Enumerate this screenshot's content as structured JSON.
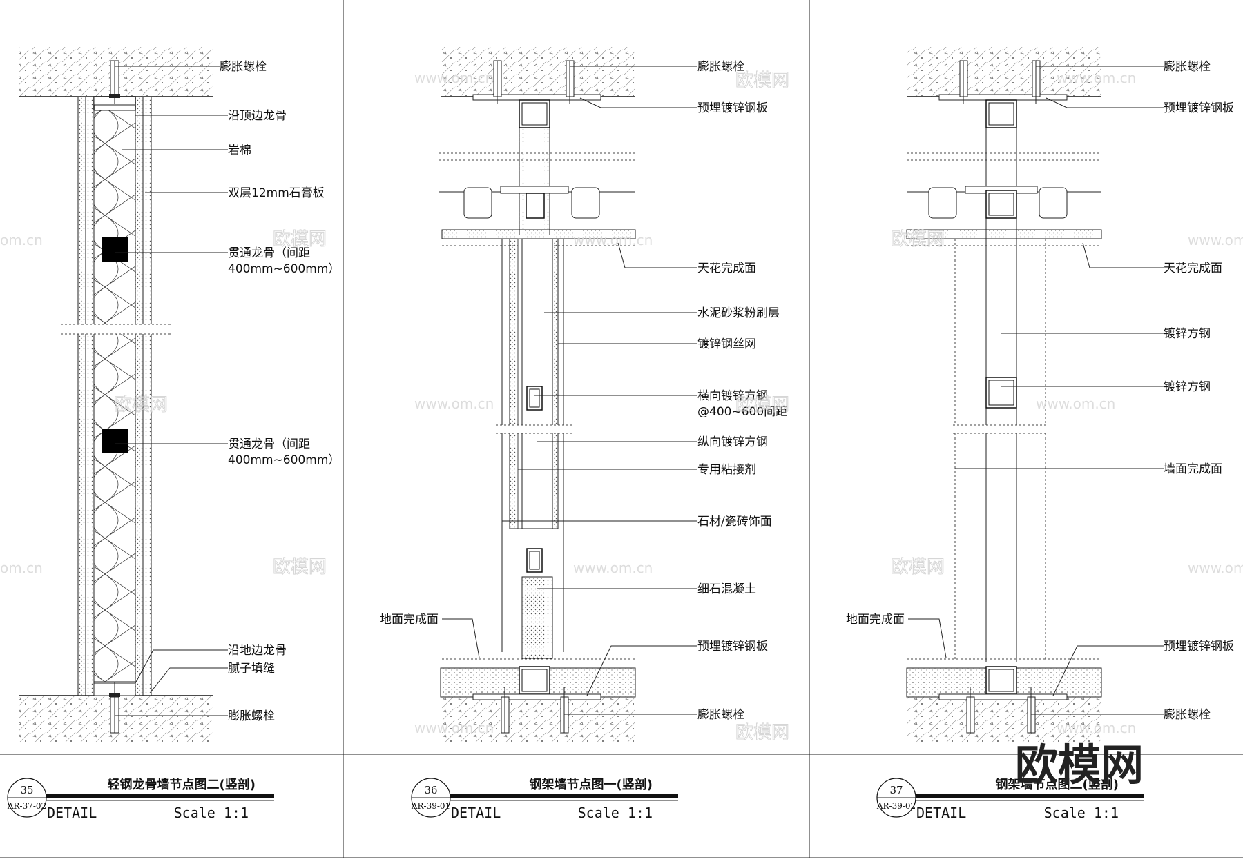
{
  "details": [
    {
      "number": "35",
      "ref": "AR-37-02",
      "title": "轻钢龙骨墙节点图二(竖剖)",
      "detail_label": "DETAIL",
      "scale_label": "Scale 1:1",
      "labels": {
        "bolt_top": "膨胀螺栓",
        "top_runner": "沿顶边龙骨",
        "rock_wool": "岩棉",
        "gypsum": "双层12mm石膏板",
        "channel1_l1": "贯通龙骨（间距",
        "channel1_l2": "400mm~600mm）",
        "channel2_l1": "贯通龙骨（间距",
        "channel2_l2": "400mm~600mm）",
        "floor_runner": "沿地边龙骨",
        "putty": "腻子填缝",
        "bolt_bottom": "膨胀螺栓"
      }
    },
    {
      "number": "36",
      "ref": "AR-39-01",
      "title": "钢架墙节点图一(竖剖)",
      "detail_label": "DETAIL",
      "scale_label": "Scale 1:1",
      "labels": {
        "bolt_top": "膨胀螺栓",
        "plate_top": "预埋镀锌钢板",
        "ceiling": "天花完成面",
        "mortar": "水泥砂浆粉刷层",
        "mesh": "镀锌钢丝网",
        "hsteel_l1": "横向镀锌方钢",
        "hsteel_l2": "@400~600间距",
        "vsteel": "纵向镀锌方钢",
        "adhesive": "专用粘接剂",
        "stone": "石材/瓷砖饰面",
        "concrete": "细石混凝土",
        "floor": "地面完成面",
        "plate_bottom": "预埋镀锌钢板",
        "bolt_bottom": "膨胀螺栓"
      }
    },
    {
      "number": "37",
      "ref": "AR-39-02",
      "title": "钢架墙节点图二(竖剖)",
      "detail_label": "DETAIL",
      "scale_label": "Scale 1:1",
      "labels": {
        "bolt_top": "膨胀螺栓",
        "plate_top": "预埋镀锌钢板",
        "ceiling": "天花完成面",
        "steel1": "镀锌方钢",
        "steel2": "镀锌方钢",
        "wall": "墙面完成面",
        "floor": "地面完成面",
        "plate_bottom": "预埋镀锌钢板",
        "bolt_bottom": "膨胀螺栓"
      }
    }
  ],
  "watermark": {
    "text": "欧模网",
    "url": "www.om.cn",
    "url_short": "om.cn"
  },
  "logo": "欧模网"
}
